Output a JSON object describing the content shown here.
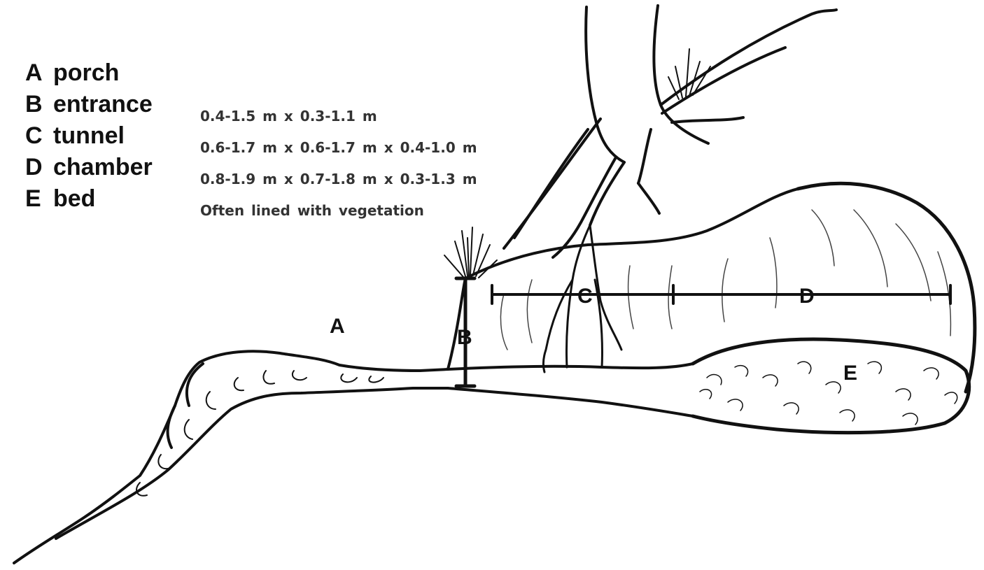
{
  "legend": {
    "items": [
      {
        "key": "A",
        "label": "porch"
      },
      {
        "key": "B",
        "label": "entrance"
      },
      {
        "key": "C",
        "label": "tunnel"
      },
      {
        "key": "D",
        "label": "chamber"
      },
      {
        "key": "E",
        "label": "bed"
      }
    ]
  },
  "dimensions": {
    "entrance": "0.4-1.5 m  x  0.3-1.1 m",
    "tunnel": "0.6-1.7 m  x  0.6-1.7 m  x  0.4-1.0 m",
    "chamber": "0.8-1.9 m  x  0.7-1.8 m  x  0.3-1.3 m",
    "bed": "Often lined with vegetation"
  },
  "diagram_labels": {
    "porch": "A",
    "entrance": "B",
    "tunnel": "C",
    "chamber": "D",
    "bed": "E"
  }
}
